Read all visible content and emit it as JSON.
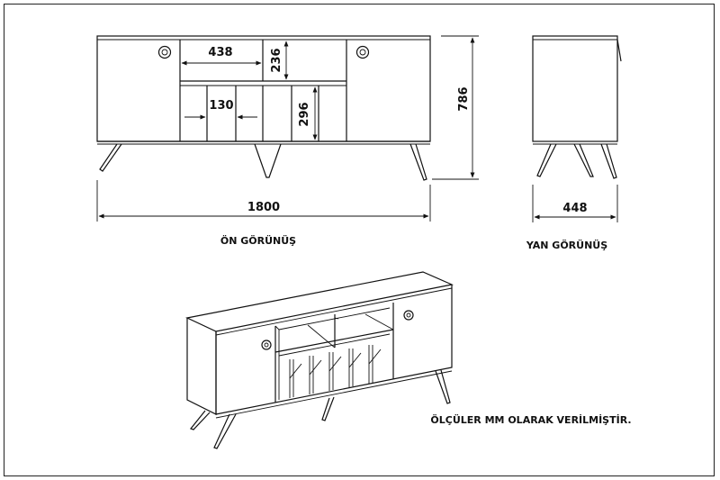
{
  "dimensions": {
    "width_total": "1800",
    "height_total": "786",
    "depth": "448",
    "shelf_width": "438",
    "shelf_height": "236",
    "slot_width": "130",
    "slot_height": "296"
  },
  "captions": {
    "front_view": "ÖN GÖRÜNÜŞ",
    "side_view": "YAN GÖRÜNÜŞ",
    "note": "ÖLÇÜLER MM OLARAK VERİLMİŞTİR."
  }
}
